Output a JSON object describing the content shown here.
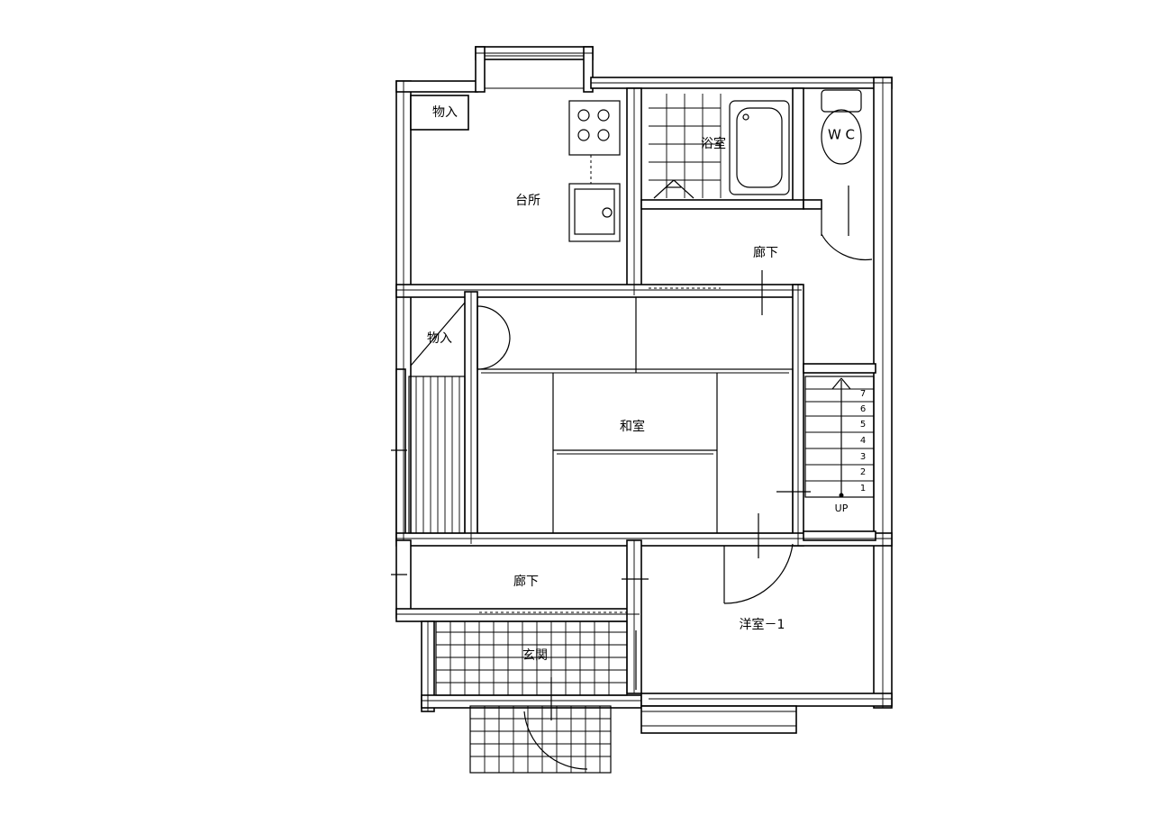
{
  "rooms": {
    "storage_top": "物入",
    "kitchen": "台所",
    "bath": "浴室",
    "wc": "W C",
    "hall_top": "廊下",
    "storage_mid": "物入",
    "washitsu": "和室",
    "hall_bottom": "廊下",
    "genkan": "玄関",
    "youshitsu": "洋室－1"
  },
  "stairs": {
    "steps": [
      "1",
      "2",
      "3",
      "4",
      "5",
      "6",
      "7"
    ],
    "direction": "UP"
  },
  "colors": {
    "line": "#000000",
    "background": "#ffffff"
  }
}
